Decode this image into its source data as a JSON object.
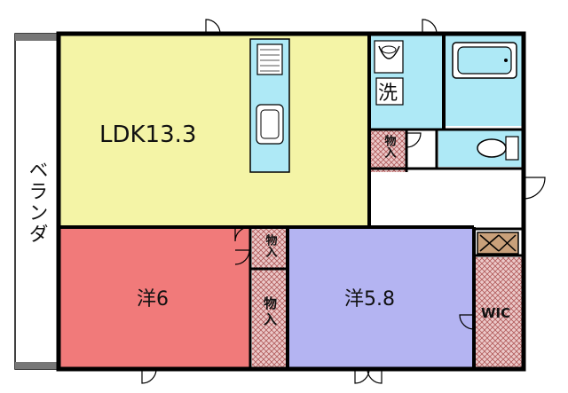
{
  "rooms": {
    "ldk": "LDK13.3",
    "western1": "洋6",
    "western2": "洋5.8",
    "veranda": "ベランダ",
    "wic": "WIC",
    "storage": "物入",
    "laundry": "洗"
  },
  "colors": {
    "ldk": "#f4f4a6",
    "western1": "#f17a7a",
    "western2": "#b4b4f2",
    "wet_area": "#aee9f6",
    "storage": "#e7c3c3",
    "veranda": "#ffffff",
    "wall": "#000000"
  }
}
